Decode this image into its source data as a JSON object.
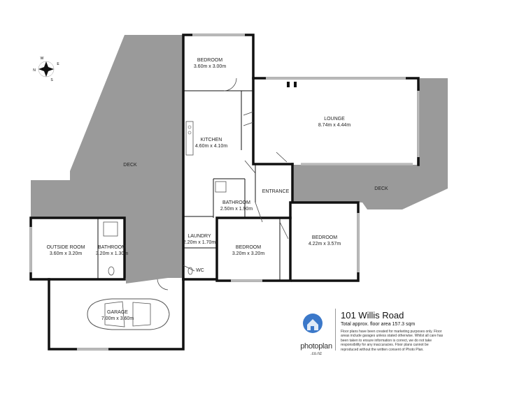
{
  "rooms": [
    {
      "name": "BEDROOM",
      "dims": "3.60m  x 3.00m"
    },
    {
      "name": "LOUNGE",
      "dims": "8.74m  x 4.44m"
    },
    {
      "name": "KITCHEN",
      "dims": "4.60m  x 4.10m"
    },
    {
      "name": "ENTRANCE",
      "dims": ""
    },
    {
      "name": "BATHROOM",
      "dims": "2.50m  x 1.90m"
    },
    {
      "name": "LAUNDRY",
      "dims": "2.20m  x 1.70m"
    },
    {
      "name": "BEDROOM",
      "dims": "3.20m  x 3.20m"
    },
    {
      "name": "BEDROOM",
      "dims": "4.22m  x 3.57m"
    },
    {
      "name": "OUTSIDE ROOM",
      "dims": "3.60m  x 3.20m"
    },
    {
      "name": "BATHROOM",
      "dims": "3.20m  x 1.30m"
    },
    {
      "name": "GARAGE",
      "dims": "7.00m  x 3.60m"
    },
    {
      "name": "WC",
      "dims": ""
    }
  ],
  "decks": [
    "DECK",
    "DECK"
  ],
  "compass": {
    "n": "N",
    "e": "E",
    "s": "S",
    "w": "W"
  },
  "info": {
    "address": "101 Willis Road",
    "floor_area": "Total approx. floor area 157.3 sqm",
    "disclaimer": "Floor plans have been created for marketing purposes only. Floor areas include garages unless stated otherwise. Whilst all care has been taken to ensure information is correct, we do not take responsibility for any inaccuracies. Floor plans cannot be reproduced without the written consent of Photo Plan."
  },
  "logo": {
    "name": "photoplan",
    "domain": ".co.nz"
  },
  "colors": {
    "deck": "#9a9a9a",
    "wall": "#111111",
    "logo_blue": "#3b78c9"
  }
}
